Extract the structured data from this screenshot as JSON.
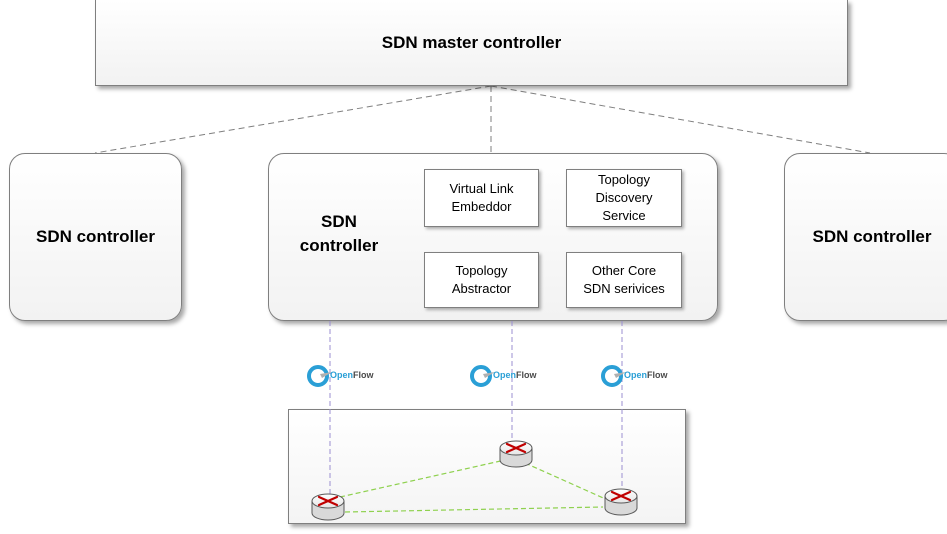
{
  "master": {
    "label": "SDN master controller"
  },
  "controllers": {
    "left": "SDN controller",
    "center": "SDN controller",
    "right": "SDN controller"
  },
  "services": [
    "Virtual Link\nEmbeddor",
    "Topology\nDiscovery\nService",
    "Topology\nAbstractor",
    "Other Core\nSDN serivices"
  ],
  "openflow": {
    "open": "Open",
    "flow": "Flow"
  },
  "colors": {
    "dashed_link": "#7f7f7f",
    "openflow_link": "#9b8fd1",
    "topology_link": "#8fd14f",
    "router_arrows": "#c00000"
  }
}
